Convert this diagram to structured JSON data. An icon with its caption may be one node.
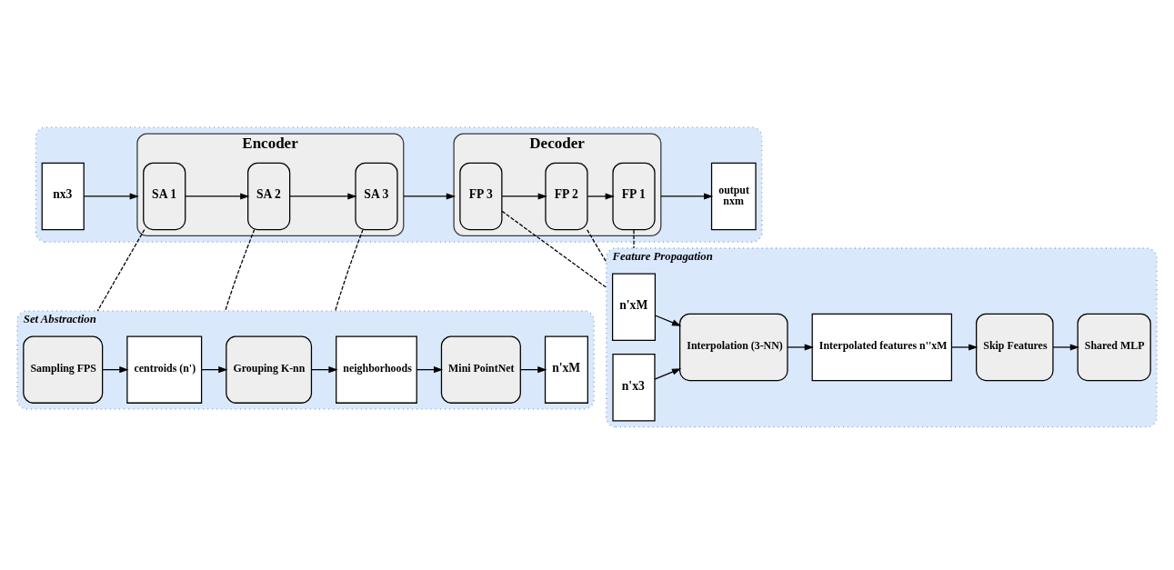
{
  "diagram": {
    "nodes": [
      {
        "text": [],
        "shape": "box"
      },
      {
        "text": [
          "nx3"
        ],
        "in": 0
      },
      {
        "text": [
          "Encoder"
        ],
        "in": 0
      },
      {
        "text": [
          "SA 1"
        ],
        "in": 2
      },
      {
        "text": [
          "SA 2"
        ],
        "in": 2
      },
      {
        "text": [
          "SA 3"
        ],
        "in": 2
      },
      {
        "text": [
          "Decoder"
        ],
        "in": 0
      },
      {
        "text": [
          "FP 3"
        ],
        "in": 6
      },
      {
        "text": [
          "FP 2"
        ],
        "in": 6
      },
      {
        "text": [
          "FP 1"
        ],
        "in": 6
      },
      {
        "text": [
          "output",
          "nxm"
        ],
        "in": 0
      },
      {
        "text": [
          "Set Abstraction"
        ]
      },
      {
        "text": [
          "Sampling FPS"
        ],
        "in": 11
      },
      {
        "text": [
          "centroids (n')"
        ],
        "in": 11
      },
      {
        "text": [
          "Grouping K-nn"
        ],
        "in": 11
      },
      {
        "text": [
          "neighborhoods"
        ],
        "in": 11
      },
      {
        "text": [
          "Mini PointNet"
        ],
        "in": 11
      },
      {
        "text": [
          "n'xM"
        ],
        "in": 11
      },
      {
        "text": [
          "Feature Propagation"
        ]
      },
      {
        "text": [
          "n'xM"
        ],
        "in": 18
      },
      {
        "text": [
          "n'x3"
        ],
        "in": 18
      },
      {
        "text": [
          "Interpolation (3-NN)"
        ],
        "in": 18
      },
      {
        "text": [
          "Interpolated features n''xM"
        ],
        "in": 18
      },
      {
        "text": [
          "Skip Features"
        ],
        "in": 18
      },
      {
        "text": [
          "Shared MLP"
        ],
        "in": 18
      }
    ],
    "edges": [
      {
        "from": 1,
        "to": 2,
        "arrow": "to"
      },
      {
        "from": 3,
        "to": 4,
        "arrow": "to"
      },
      {
        "from": 4,
        "to": 5,
        "arrow": "to"
      },
      {
        "from": 2,
        "to": 6,
        "arrow": "to"
      },
      {
        "from": 7,
        "to": 8,
        "arrow": "to"
      },
      {
        "from": 8,
        "to": 9,
        "arrow": "to"
      },
      {
        "from": 6,
        "to": 10,
        "arrow": "to"
      },
      {
        "from": 3,
        "to": 11,
        "arrow": "none",
        "style": "dashed"
      },
      {
        "from": 4,
        "to": 11,
        "arrow": "none",
        "style": "dashed"
      },
      {
        "from": 5,
        "to": 11,
        "arrow": "none",
        "style": "dashed"
      },
      {
        "from": 7,
        "to": 18,
        "arrow": "none",
        "style": "dashed"
      },
      {
        "from": 8,
        "to": 18,
        "arrow": "none",
        "style": "dashed"
      },
      {
        "from": 9,
        "to": 18,
        "arrow": "none",
        "style": "dashed"
      },
      {
        "from": 12,
        "to": 13,
        "arrow": "to"
      },
      {
        "from": 13,
        "to": 14,
        "arrow": "to"
      },
      {
        "from": 14,
        "to": 15,
        "arrow": "to"
      },
      {
        "from": 15,
        "to": 16,
        "arrow": "to"
      },
      {
        "from": 16,
        "to": 17,
        "arrow": "to"
      },
      {
        "from": 19,
        "to": 21,
        "arrow": "to"
      },
      {
        "from": 20,
        "to": 21,
        "arrow": "to"
      },
      {
        "from": 21,
        "to": 22,
        "arrow": "to"
      },
      {
        "from": 22,
        "to": 23,
        "arrow": "to"
      },
      {
        "from": 23,
        "to": 24,
        "arrow": "to"
      }
    ]
  }
}
